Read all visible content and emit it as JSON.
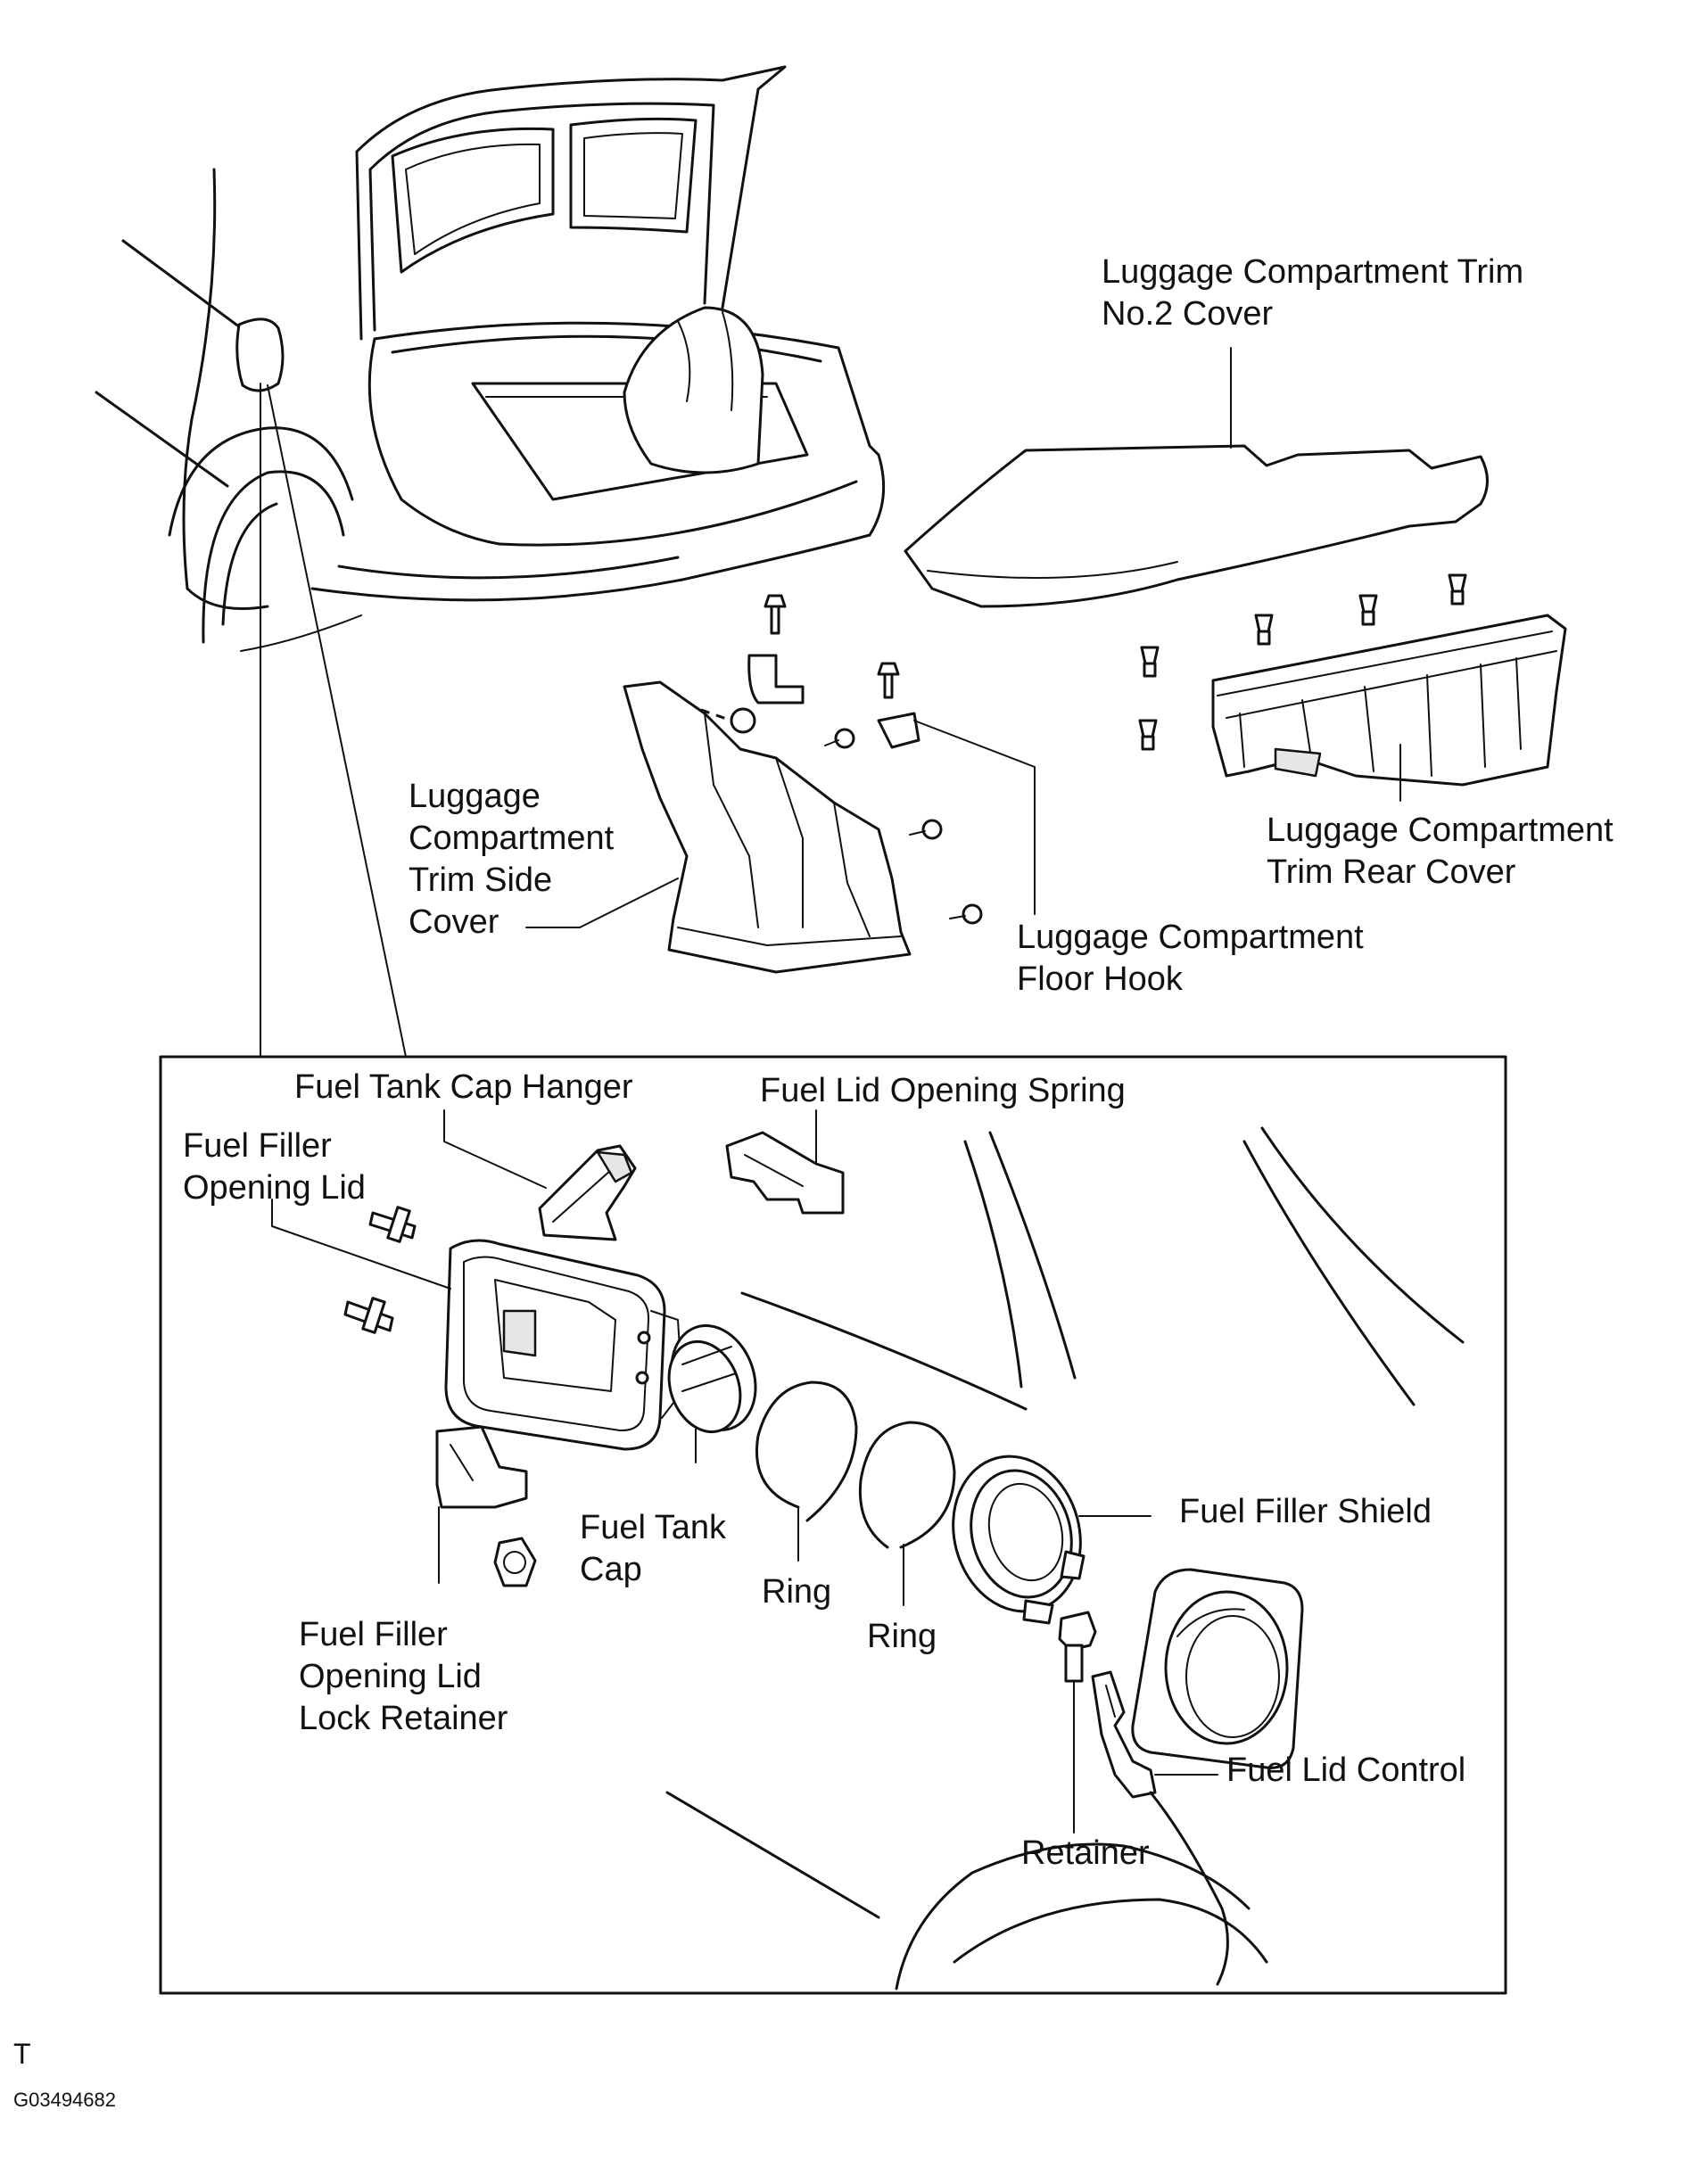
{
  "labels": {
    "trim_no2_cover": [
      "Luggage Compartment Trim",
      "No.2 Cover"
    ],
    "trim_side_cover": [
      "Luggage",
      "Compartment",
      "Trim Side",
      "Cover"
    ],
    "trim_rear_cover": [
      "Luggage Compartment",
      "Trim Rear Cover"
    ],
    "floor_hook": [
      "Luggage Compartment",
      "Floor Hook"
    ],
    "fuel_tank_cap_hanger": [
      "Fuel Tank Cap Hanger"
    ],
    "fuel_lid_opening_spring": [
      "Fuel Lid Opening Spring"
    ],
    "fuel_filler_opening_lid": [
      "Fuel Filler",
      "Opening Lid"
    ],
    "fuel_tank_cap": [
      "Fuel Tank",
      "Cap"
    ],
    "ring_1": [
      "Ring"
    ],
    "ring_2": [
      "Ring"
    ],
    "fuel_filler_shield": [
      "Fuel Filler Shield"
    ],
    "lock_retainer": [
      "Fuel Filler",
      "Opening Lid",
      "Lock Retainer"
    ],
    "fuel_lid_control": [
      "Fuel Lid Control"
    ],
    "retainer": [
      "Retainer"
    ]
  },
  "footer": {
    "view_code": "T",
    "figure_code": "G03494682"
  }
}
